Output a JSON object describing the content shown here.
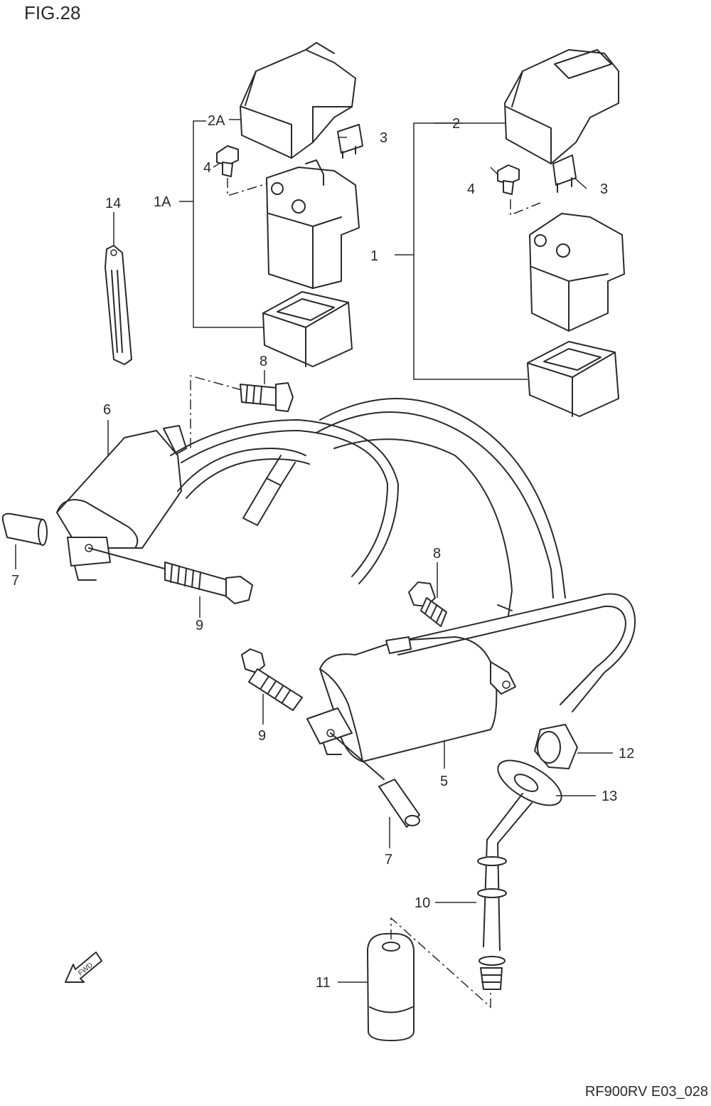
{
  "figure": {
    "title": "FIG.28",
    "code": "RF900RV E03_028",
    "fwd": "FWD"
  },
  "callouts": {
    "c1": "1",
    "c1a": "1A",
    "c2": "2",
    "c2a": "2A",
    "c3a": "3",
    "c3b": "3",
    "c4a": "4",
    "c4b": "4",
    "c5": "5",
    "c6": "6",
    "c7a": "7",
    "c7b": "7",
    "c8a": "8",
    "c8b": "8",
    "c9a": "9",
    "c9b": "9",
    "c10": "10",
    "c11": "11",
    "c12": "12",
    "c13": "13",
    "c14": "14"
  }
}
